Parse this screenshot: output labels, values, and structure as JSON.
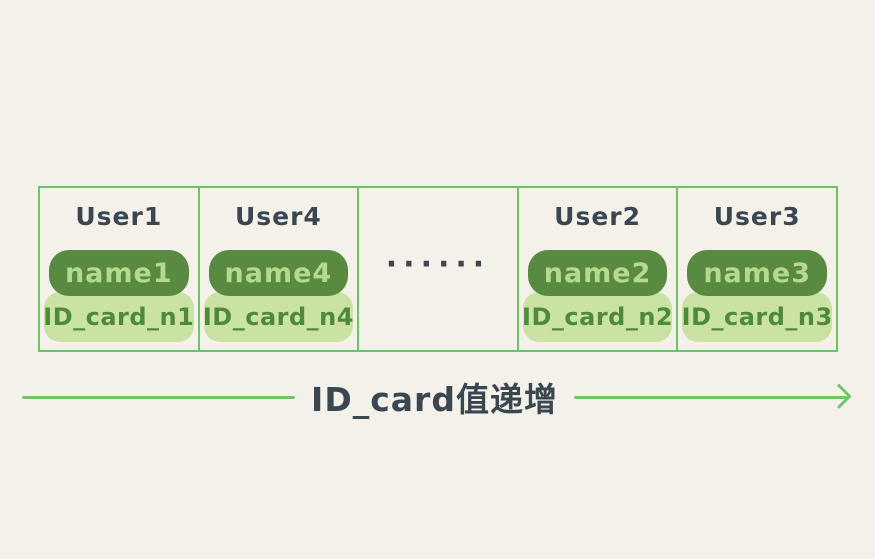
{
  "colors": {
    "background": "#f4f1ea",
    "table_border": "#6cc464",
    "name_badge_bg": "#588a41",
    "name_badge_text": "#b5da8e",
    "id_badge_bg": "#cae3a5",
    "id_badge_text": "#4e8a39",
    "heading_text": "#3b4750",
    "arrow": "#72c468"
  },
  "table": {
    "cells": [
      {
        "type": "user",
        "title": "User1",
        "name": "name1",
        "id_card": "ID_card_n1"
      },
      {
        "type": "user",
        "title": "User4",
        "name": "name4",
        "id_card": "ID_card_n4"
      },
      {
        "type": "ellipsis",
        "text": "······"
      },
      {
        "type": "user",
        "title": "User2",
        "name": "name2",
        "id_card": "ID_card_n2"
      },
      {
        "type": "user",
        "title": "User3",
        "name": "name3",
        "id_card": "ID_card_n3"
      }
    ]
  },
  "arrow": {
    "label": "ID_card值递增",
    "direction": "right"
  }
}
